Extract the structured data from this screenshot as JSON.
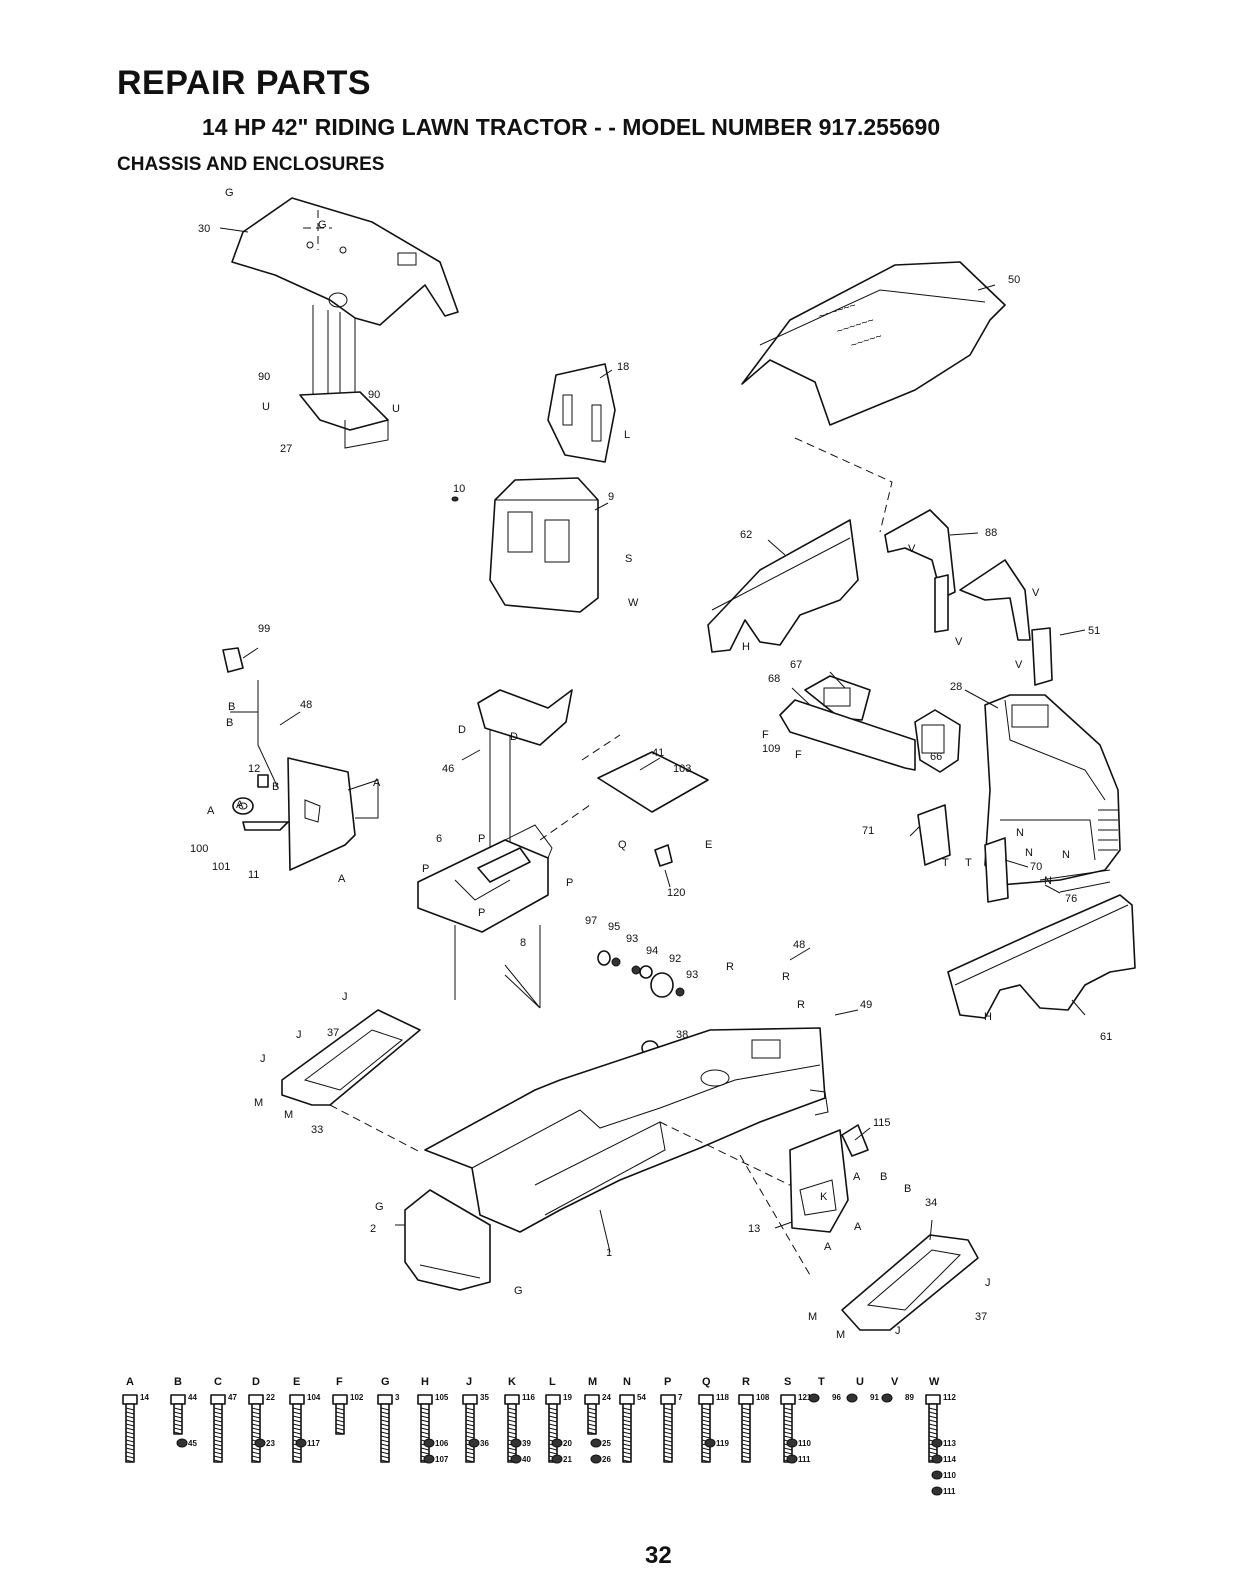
{
  "header": {
    "title": "REPAIR PARTS",
    "subtitle": "14 HP 42\" RIDING LAWN TRACTOR - - MODEL NUMBER 917.255690",
    "section": "CHASSIS AND ENCLOSURES"
  },
  "page_number": "32",
  "callouts": [
    "30",
    "50",
    "90",
    "90",
    "27",
    "18",
    "10",
    "9",
    "62",
    "88",
    "51",
    "99",
    "48",
    "67",
    "68",
    "28",
    "41",
    "103",
    "46",
    "109",
    "12",
    "66",
    "100",
    "101",
    "11",
    "6",
    "71",
    "70",
    "76",
    "120",
    "97",
    "95",
    "93",
    "94",
    "92",
    "93",
    "48",
    "49",
    "61",
    "37",
    "38",
    "33",
    "115",
    "34",
    "2",
    "1",
    "13",
    "37",
    "8"
  ],
  "letter_refs": [
    "G",
    "G",
    "U",
    "U",
    "L",
    "S",
    "W",
    "V",
    "V",
    "V",
    "V",
    "H",
    "B",
    "B",
    "B",
    "A",
    "A",
    "A",
    "A",
    "D",
    "D",
    "F",
    "F",
    "P",
    "P",
    "P",
    "P",
    "Q",
    "E",
    "T",
    "T",
    "N",
    "N",
    "N",
    "N",
    "R",
    "R",
    "R",
    "J",
    "J",
    "J",
    "M",
    "M",
    "H",
    "G",
    "G",
    "K",
    "A",
    "A",
    "A",
    "B",
    "B",
    "J",
    "J",
    "M",
    "M"
  ],
  "hardware": [
    {
      "letter": "A",
      "parts": [
        "14"
      ]
    },
    {
      "letter": "B",
      "parts": [
        "44",
        "45"
      ]
    },
    {
      "letter": "C",
      "parts": [
        "47"
      ]
    },
    {
      "letter": "D",
      "parts": [
        "22",
        "23"
      ]
    },
    {
      "letter": "E",
      "parts": [
        "104",
        "117"
      ]
    },
    {
      "letter": "F",
      "parts": [
        "102"
      ]
    },
    {
      "letter": "G",
      "parts": [
        "3"
      ]
    },
    {
      "letter": "H",
      "parts": [
        "105",
        "106",
        "107"
      ]
    },
    {
      "letter": "J",
      "parts": [
        "35",
        "36"
      ]
    },
    {
      "letter": "K",
      "parts": [
        "116",
        "39",
        "40"
      ]
    },
    {
      "letter": "L",
      "parts": [
        "19",
        "20",
        "21"
      ]
    },
    {
      "letter": "M",
      "parts": [
        "24",
        "25",
        "26"
      ]
    },
    {
      "letter": "N",
      "parts": [
        "54"
      ]
    },
    {
      "letter": "P",
      "parts": [
        "7"
      ]
    },
    {
      "letter": "Q",
      "parts": [
        "118",
        "119"
      ]
    },
    {
      "letter": "R",
      "parts": [
        "108"
      ]
    },
    {
      "letter": "S",
      "parts": [
        "121",
        "110",
        "111"
      ]
    },
    {
      "letter": "T",
      "parts": [
        "96"
      ]
    },
    {
      "letter": "U",
      "parts": [
        "91"
      ]
    },
    {
      "letter": "V",
      "parts": [
        "89"
      ]
    },
    {
      "letter": "W",
      "parts": [
        "112",
        "113",
        "114",
        "110",
        "111"
      ]
    }
  ]
}
